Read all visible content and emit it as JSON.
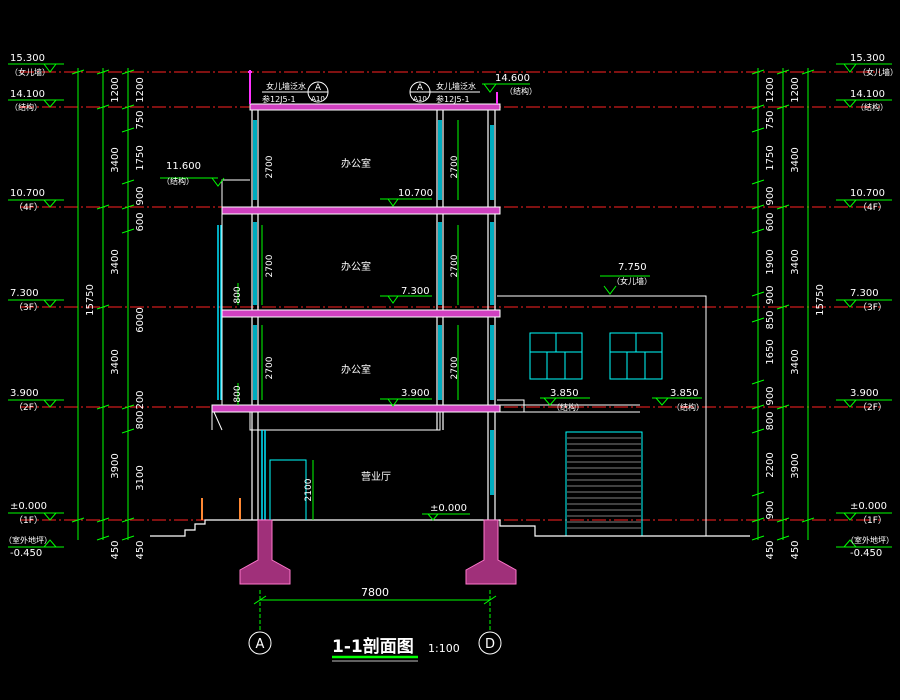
{
  "drawing": {
    "title": "1-1剖面图",
    "scale": "1:100",
    "span_dimension": "7800",
    "grid_axes": [
      "A",
      "D"
    ],
    "detail_callouts": [
      {
        "note": "女儿墙泛水",
        "ref": "参12J5-1",
        "index": "A",
        "sheet": "A10"
      },
      {
        "note": "女儿墙泛水",
        "ref": "参12J5-1",
        "index": "A",
        "sheet": "A10"
      }
    ],
    "colors": {
      "background": "#000000",
      "dimension": "#00ff00",
      "level_line": "#ff0000",
      "outline": "#ffffff",
      "slab_fill": "#ff00ff",
      "window": "#00ffff",
      "footing": "#ff33aa",
      "text": "#ffffff",
      "accent_text": "#ffff00"
    }
  },
  "left_levels": [
    {
      "value": "15.300",
      "label": "（女儿墙）"
    },
    {
      "value": "14.100",
      "label": "（结构）"
    },
    {
      "value": "10.700",
      "label": "（4F）"
    },
    {
      "value": "7.300",
      "label": "（3F）"
    },
    {
      "value": "3.900",
      "label": "（2F）"
    },
    {
      "value": "±0.000",
      "label": "（1F）"
    },
    {
      "value": "-0.450",
      "label": "（室外地坪）"
    }
  ],
  "right_levels": [
    {
      "value": "15.300",
      "label": "（女儿墙）"
    },
    {
      "value": "14.100",
      "label": "（结构）"
    },
    {
      "value": "10.700",
      "label": "（4F）"
    },
    {
      "value": "7.300",
      "label": "（3F）"
    },
    {
      "value": "3.900",
      "label": "（2F）"
    },
    {
      "value": "±0.000",
      "label": "（1F）"
    },
    {
      "value": "-0.450",
      "label": "（室外地坪）"
    }
  ],
  "left_dims": {
    "outer": [
      "15750"
    ],
    "middle": [
      "450",
      "3900",
      "3400",
      "3400",
      "3400",
      "1200"
    ],
    "inner": [
      "450",
      "3100",
      "800",
      "200",
      "6000",
      "1750",
      "750",
      "1200",
      "600",
      "900"
    ]
  },
  "right_dims": {
    "outer": [
      "15750"
    ],
    "middle": [
      "450",
      "3900",
      "3400",
      "3400",
      "3400",
      "1200"
    ],
    "inner": [
      "450",
      "900",
      "2200",
      "800",
      "900",
      "1650",
      "850",
      "900",
      "1900",
      "600",
      "900",
      "1750",
      "750",
      "1200"
    ]
  },
  "interior": {
    "rooms": [
      "办公室",
      "办公室",
      "办公室",
      "营业厅"
    ],
    "floor_levels": [
      "10.700",
      "7.300",
      "3.900",
      "±0.000"
    ],
    "heights": [
      "2700",
      "2700",
      "2700",
      "2700",
      "2700",
      "2700",
      "2100",
      "800",
      "800"
    ],
    "annex_level": {
      "value": "7.750",
      "label": "（女儿墙）"
    },
    "canopy_left": {
      "value": "3.850",
      "label": "（结构）"
    },
    "canopy_right": {
      "value": "3.850",
      "label": "（结构）"
    },
    "roof_tag": {
      "value": "14.600",
      "label": "（结构）"
    },
    "stair_tag": {
      "value": "11.600",
      "label": "（结构）"
    }
  }
}
